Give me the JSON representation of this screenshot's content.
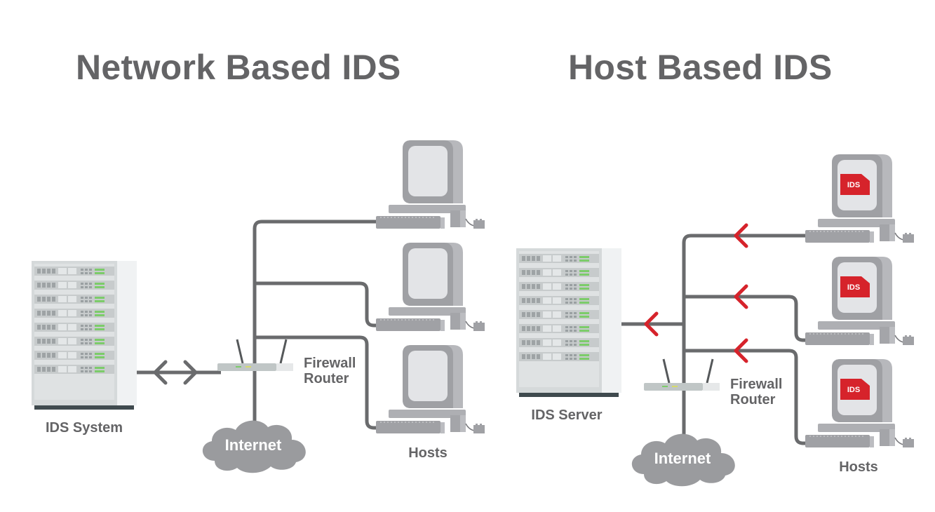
{
  "network_based": {
    "title": "Network Based IDS",
    "ids_label": "IDS System",
    "router_label_line1": "Firewall",
    "router_label_line2": "Router",
    "cloud_label": "Internet",
    "hosts_label": "Hosts",
    "host_count": 3,
    "link_direction": "bidirectional"
  },
  "host_based": {
    "title": "Host Based IDS",
    "ids_label": "IDS Server",
    "router_label_line1": "Firewall",
    "router_label_line2": "Router",
    "cloud_label": "Internet",
    "hosts_label": "Hosts",
    "host_count": 3,
    "host_badge": "IDS",
    "link_direction": "hosts-to-server"
  },
  "colors": {
    "text": "#646466",
    "wire": "#6a6b6d",
    "alert_arrow": "#d6232b",
    "badge": "#d6232b",
    "cloud": "#9a9b9e",
    "server_body": "#d8dcdc",
    "led": "#7ccc6a"
  }
}
